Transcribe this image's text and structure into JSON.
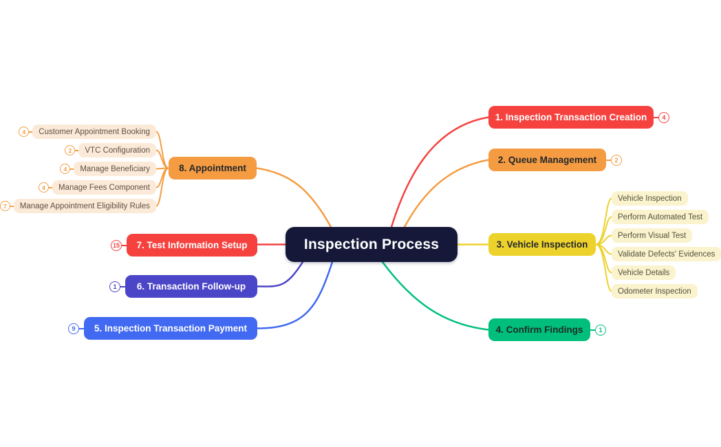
{
  "title": "Inspection Process",
  "colors": {
    "canvas_bg": "#ffffff",
    "center_bg": "#151839",
    "center_text": "#ffffff",
    "dark_text": "#23262b"
  },
  "branches": {
    "b1": {
      "label": "1. Inspection Transaction Creation",
      "badge": "4",
      "color": "#f5423e",
      "text_color": "#ffffff"
    },
    "b2": {
      "label": "2. Queue Management",
      "badge": "2",
      "color": "#f59c42",
      "text_color": "#23262b"
    },
    "b3": {
      "label": "3. Vehicle Inspection",
      "color": "#edd22c",
      "text_color": "#23262b",
      "child_bg": "#faf3cd",
      "child_text": "#55503f",
      "children": [
        "Vehicle Inspection",
        "Perform Automated Test",
        "Perform Visual Test",
        "Validate Defects' Evidences",
        "Vehicle Details",
        "Odometer Inspection"
      ]
    },
    "b4": {
      "label": "4. Confirm Findings",
      "badge": "1",
      "color": "#00bf7d",
      "text_color": "#1c2b24"
    },
    "b5": {
      "label": "5. Inspection Transaction Payment",
      "badge": "9",
      "color": "#4169f1",
      "text_color": "#ffffff"
    },
    "b6": {
      "label": "6. Transaction Follow-up",
      "badge": "1",
      "color": "#4b45c8",
      "text_color": "#ffffff"
    },
    "b7": {
      "label": "7. Test Information Setup",
      "badge": "15",
      "color": "#f5423e",
      "text_color": "#ffffff"
    },
    "b8": {
      "label": "8. Appointment",
      "color": "#f59c42",
      "text_color": "#23262b",
      "child_bg": "#fcead9",
      "child_text": "#5d4f42",
      "children": [
        {
          "label": "Customer Appointment Booking",
          "badge": "4"
        },
        {
          "label": "VTC Configuration",
          "badge": "2"
        },
        {
          "label": "Manage Beneficiary",
          "badge": "4"
        },
        {
          "label": "Manage Fees Component",
          "badge": "4"
        },
        {
          "label": "Manage Appointment Eligibility Rules",
          "badge": "7"
        }
      ]
    }
  }
}
